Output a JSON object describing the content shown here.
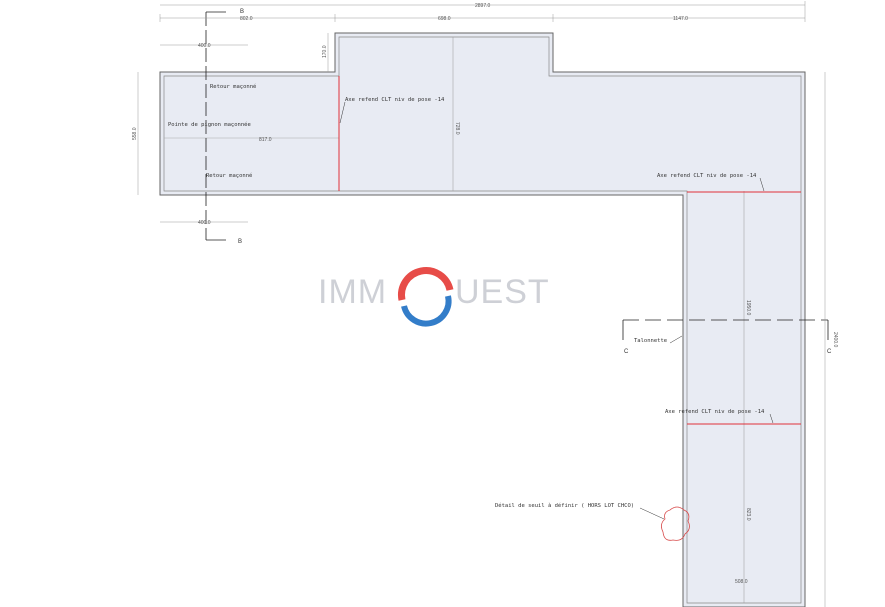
{
  "drawing": {
    "dimensions": {
      "overall_width": "2897.0",
      "seg_left": "802.0",
      "seg_middle": "698.0",
      "seg_right": "1147.0",
      "top_offset": "400.0",
      "bottom_offset": "400.0",
      "raised_height": "170.0",
      "left_height": "558.0",
      "inner_width": "817.0",
      "middle_height": "728.0",
      "leg_upper": "1950.0",
      "right_total": "2400.0",
      "leg_lower": "823.0",
      "leg_width": "508.0"
    },
    "section_marks": {
      "b_top": "B",
      "b_bottom": "B",
      "c_left": "C",
      "c_right": "C"
    },
    "annotations": {
      "retour_top": "Retour maçonné",
      "pointe_pignon": "Pointe de pignon maçonnée",
      "retour_bottom": "Retour maçonné",
      "axe_refend_1": "Axe refend CLT niv de pose -14",
      "axe_refend_2": "Axe refend CLT niv de pose -14",
      "axe_refend_3": "Axe refend CLT niv de pose -14",
      "talonnette": "Talonnette",
      "detail_seuil": "Détail de seuil à définir ( HORS LOT CHCO)"
    },
    "watermark": {
      "left": "IMM",
      "right": "UEST"
    },
    "colors": {
      "slab_fill": "#e8ebf3",
      "red_line": "#e0303a",
      "logo_red": "#e53935",
      "logo_blue": "#1e6fc4"
    }
  }
}
